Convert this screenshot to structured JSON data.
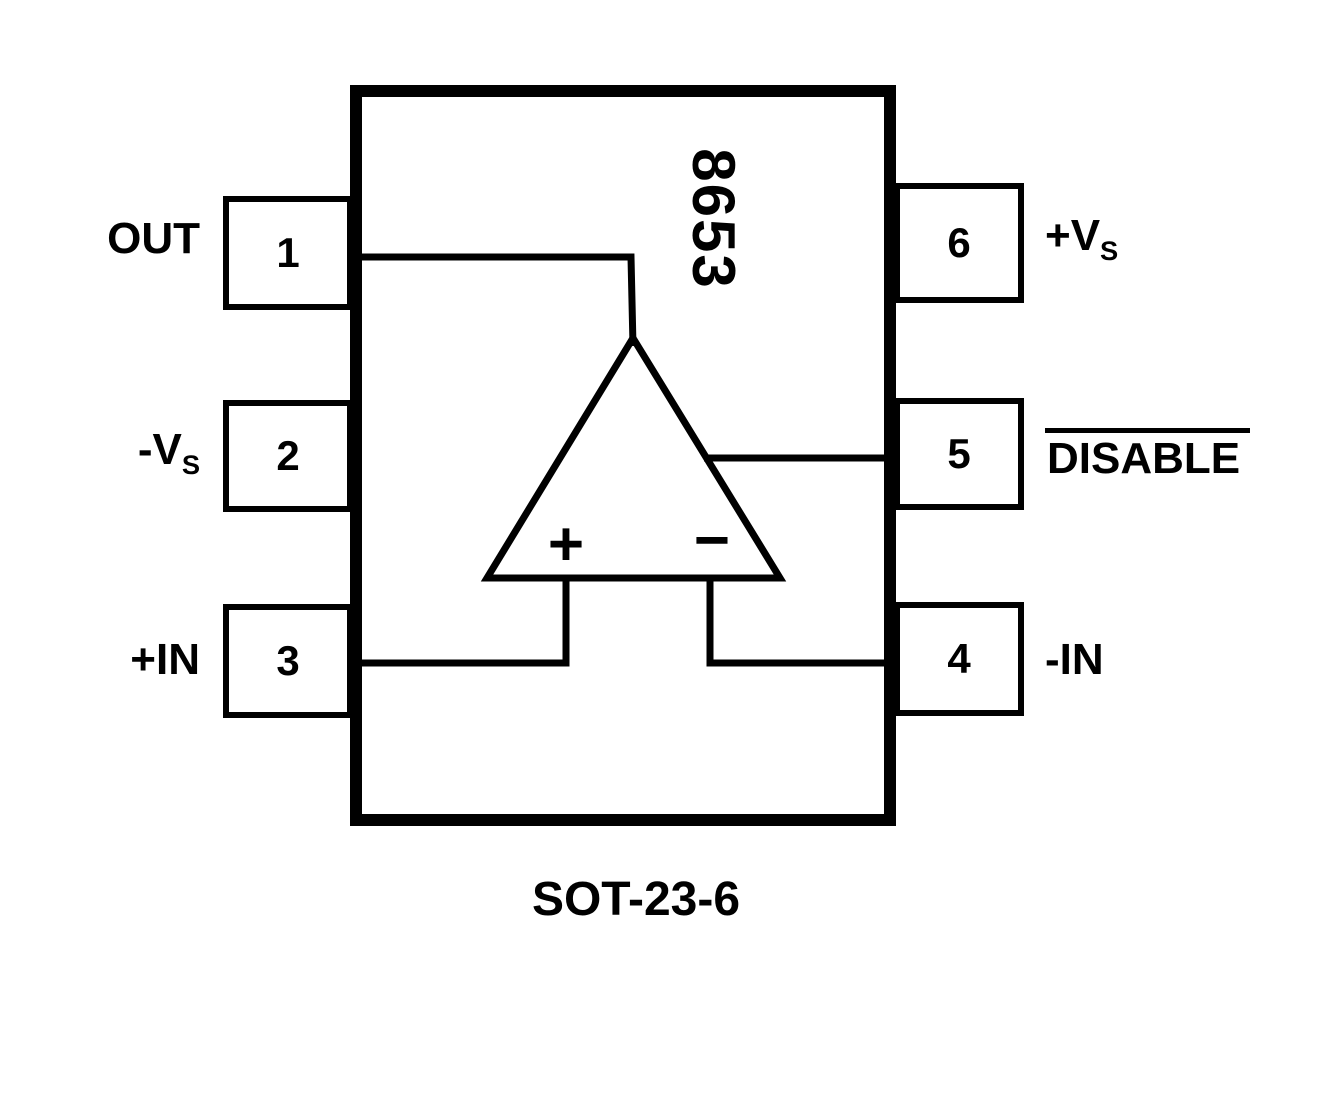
{
  "diagram": {
    "part_number": "8653",
    "package_label": "SOT-23-6",
    "colors": {
      "ink": "#000000",
      "background": "#ffffff"
    },
    "opamp": {
      "noninverting_sign": "+",
      "inverting_sign": "−"
    },
    "pins": {
      "p1": {
        "number": "1",
        "label": "OUT",
        "side": "left"
      },
      "p2": {
        "number": "2",
        "label_main": "-V",
        "label_sub": "S",
        "side": "left"
      },
      "p3": {
        "number": "3",
        "label": "+IN",
        "side": "left"
      },
      "p4": {
        "number": "4",
        "label": "-IN",
        "side": "right"
      },
      "p5": {
        "number": "5",
        "label": "DISABLE",
        "side": "right"
      },
      "p6": {
        "number": "6",
        "label_main": "+V",
        "label_sub": "S",
        "side": "right"
      }
    }
  }
}
